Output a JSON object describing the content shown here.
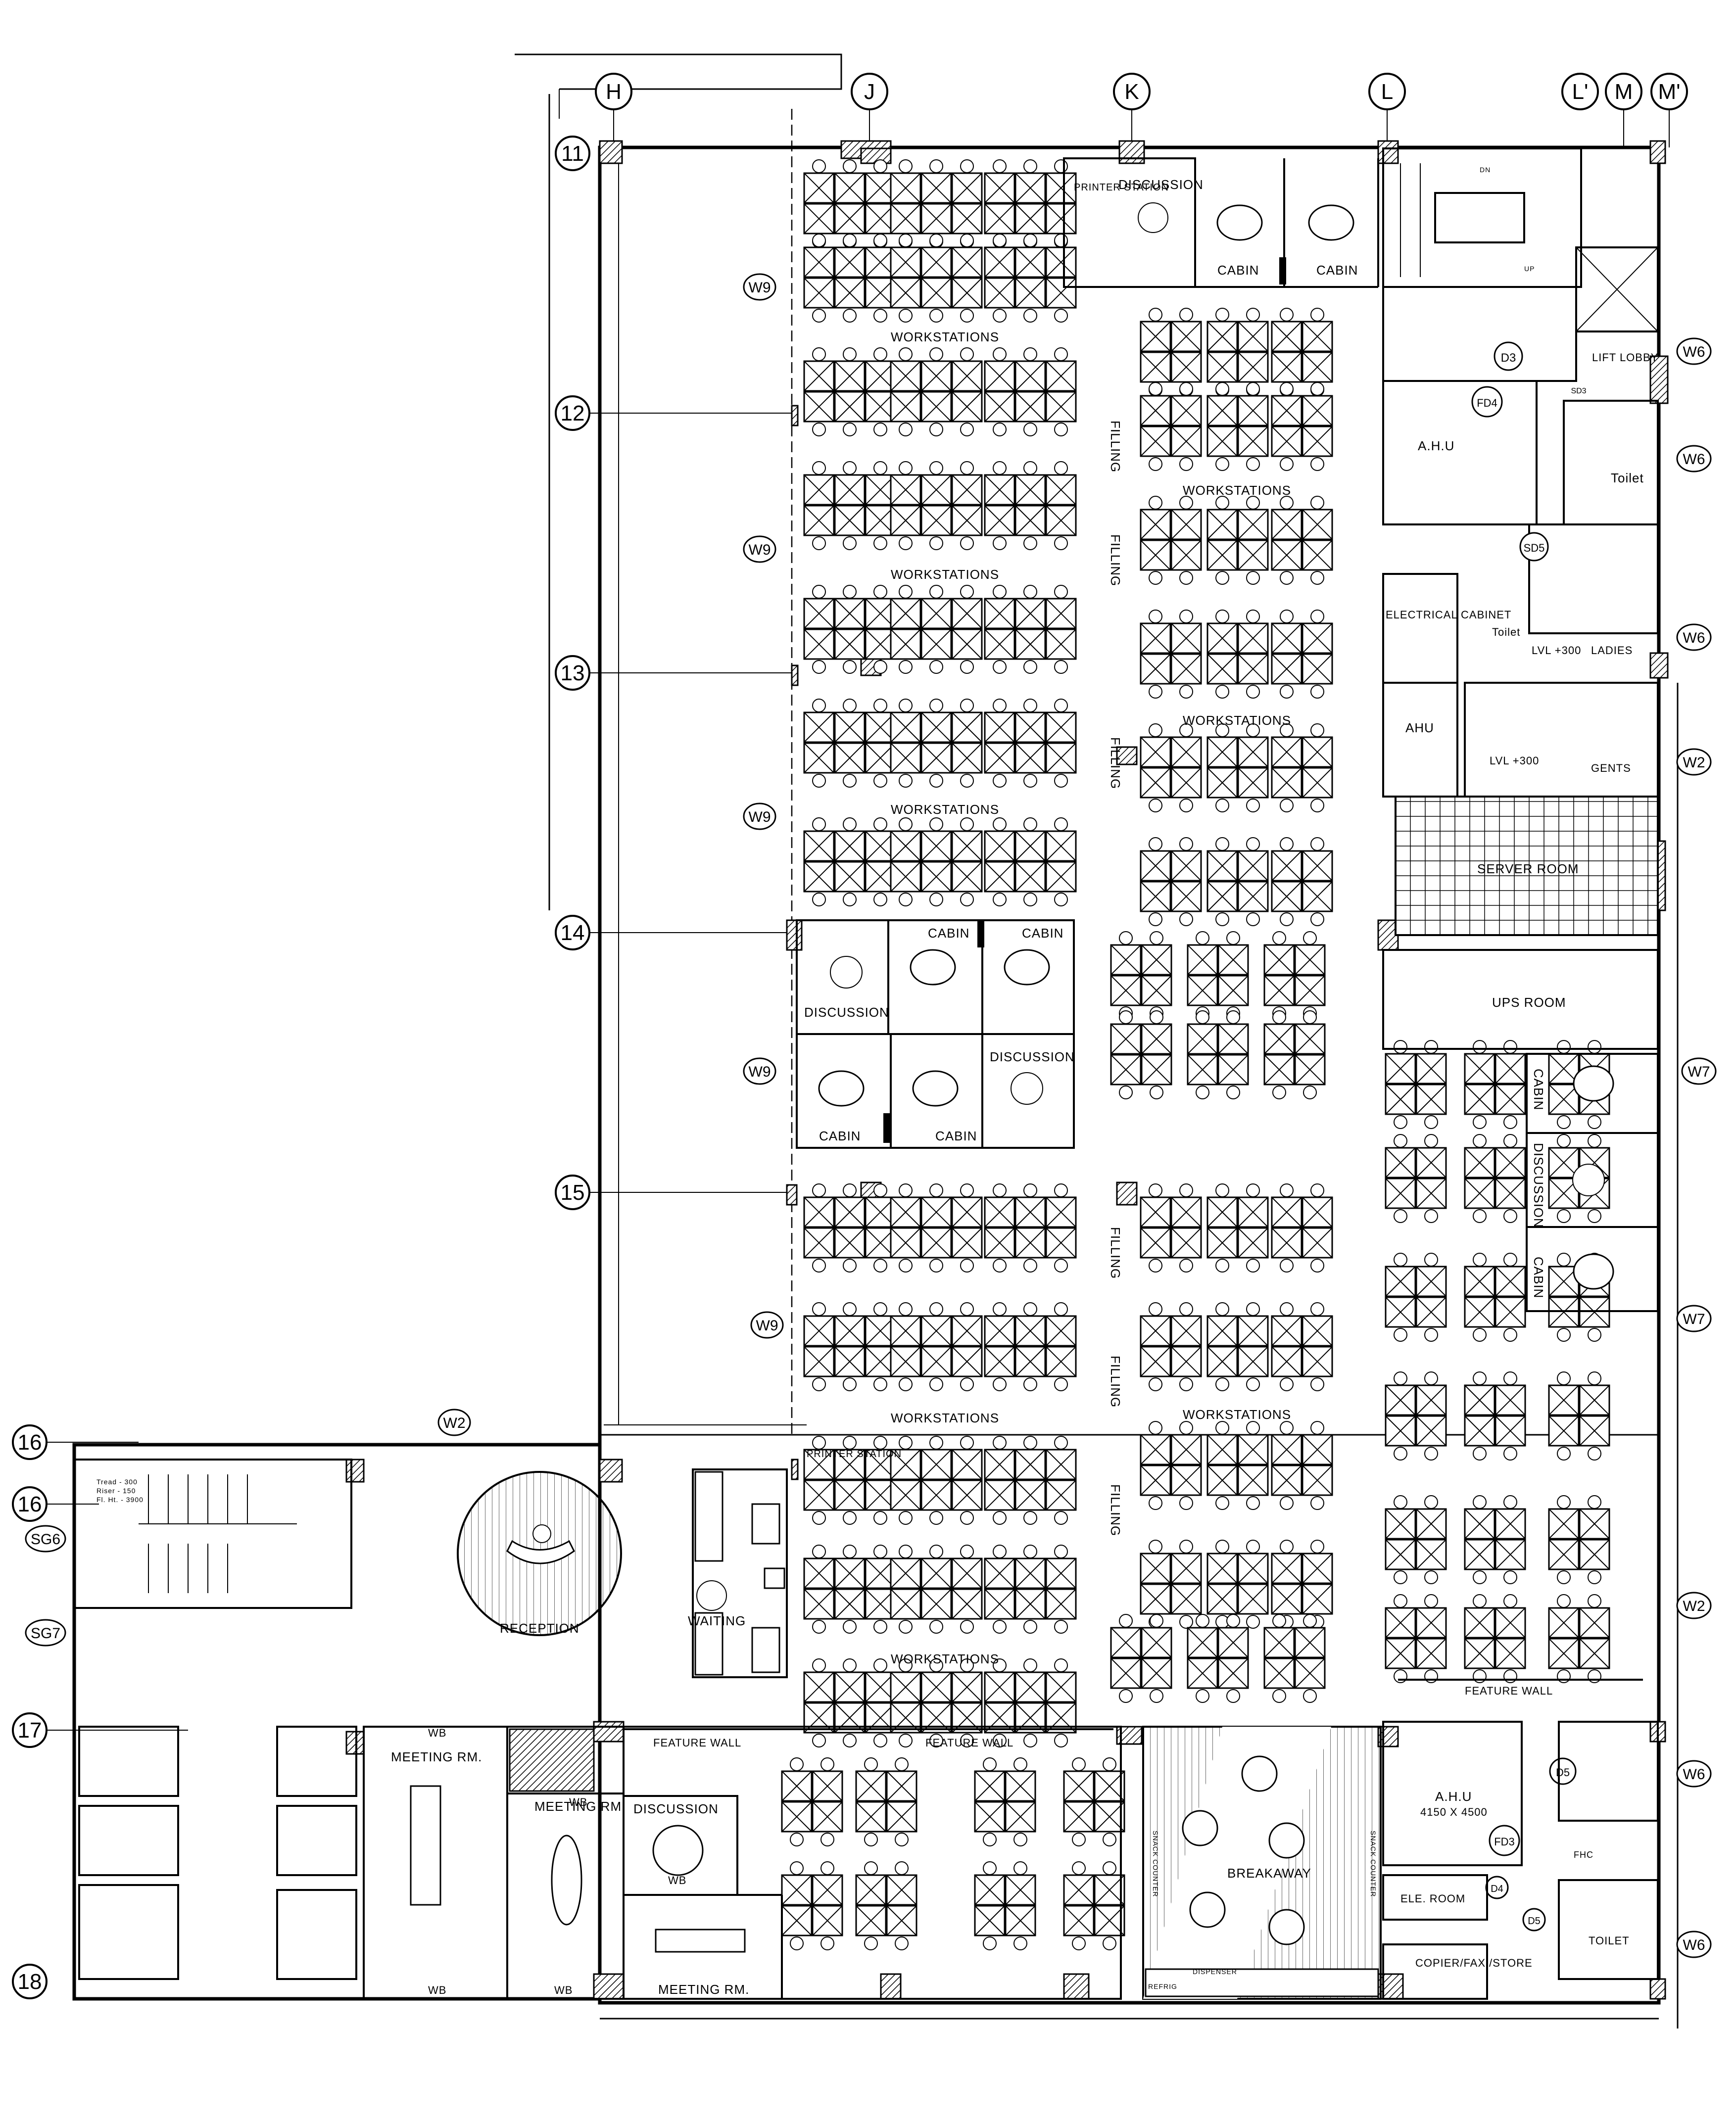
{
  "grid": {
    "columns": [
      "H",
      "J",
      "K",
      "L",
      "L'",
      "M",
      "M'"
    ],
    "rows": [
      "11",
      "12",
      "13",
      "14",
      "15",
      "16",
      "16",
      "17",
      "18"
    ]
  },
  "wall_tags": [
    "W9",
    "W9",
    "W9",
    "W9",
    "W9",
    "W2",
    "W6",
    "W6",
    "W6",
    "W2",
    "W7",
    "W7",
    "W2",
    "W6",
    "W6",
    "SG6",
    "SG7"
  ],
  "rooms": {
    "printer_station": "PRINTER STATION",
    "discussion": "DISCUSSION",
    "cabin": "CABIN",
    "workstations": "WORKSTATIONS",
    "filling": "FILLING",
    "server_room": "SERVER ROOM",
    "ups_room": "UPS ROOM",
    "electrical_cabinet": "ELECTRICAL CABINET",
    "ahu": "AHU",
    "ahu_upper": "A.H.U",
    "ahu_lower": "A.H.U",
    "ahu_size": "4150 X 4500",
    "lift_lobby": "LIFT LOBBY",
    "toilet": "Toilet",
    "toilet_caps": "TOILET",
    "ladies": "LADIES",
    "gents": "GENTS",
    "lvl300": "LVL +300",
    "reception": "RECEPTION",
    "waiting": "WAITING",
    "meeting_rm": "MEETING RM.",
    "feature_wall": "FEATURE WALL",
    "breakaway": "BREAKAWAY",
    "ele_room": "ELE. ROOM",
    "copier_store": "COPIER/FAX /STORE",
    "snack_counter": "SNACK COUNTER",
    "dispenser": "DISPENSER",
    "refrig": "REFRIG",
    "wb": "WB",
    "fhc": "FHC"
  },
  "door_tags": [
    "D3",
    "FD4",
    "SD3",
    "SD5",
    "FD3",
    "D5",
    "D4",
    "D5"
  ],
  "stair_notes": [
    "Tread - 300",
    "Riser - 150",
    "Fl. Ht. - 3900",
    "DN",
    "UP"
  ]
}
